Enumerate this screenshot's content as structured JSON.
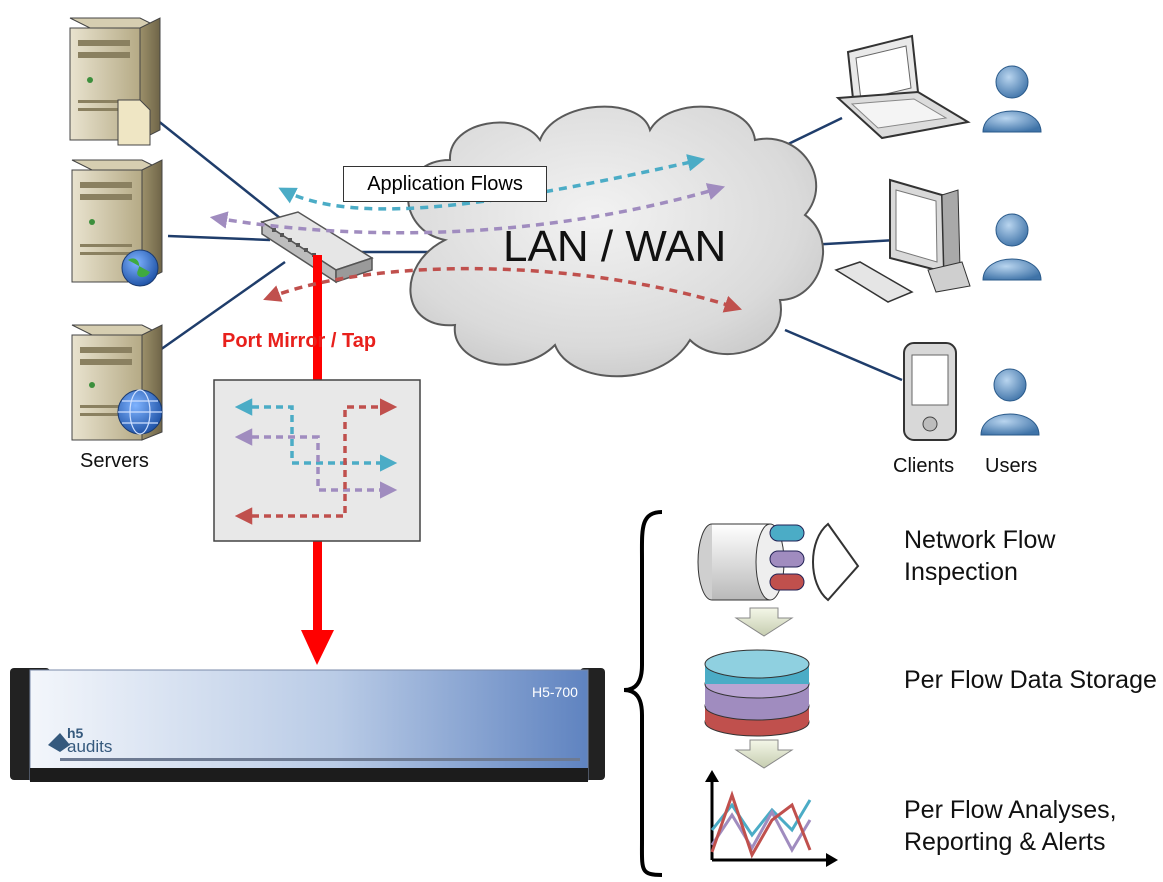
{
  "labels": {
    "servers": "Servers",
    "clients": "Clients",
    "users": "Users",
    "application_flows": "Application Flows",
    "lan_wan": "LAN / WAN",
    "port_mirror": "Port Mirror / Tap"
  },
  "appliance": {
    "model": "H5-700",
    "brand_top": "h5",
    "brand_bottom": "audits"
  },
  "pipeline": {
    "steps": [
      {
        "label": "Network Flow Inspection",
        "icon": "cable-bundle-icon"
      },
      {
        "label": "Per Flow Data Storage",
        "icon": "database-stack-icon"
      },
      {
        "label": "Per Flow Analyses, Reporting & Alerts",
        "icon": "line-chart-icon"
      }
    ]
  },
  "colors": {
    "flow_teal": "#4bacc6",
    "flow_purple": "#a08cbf",
    "flow_red": "#c0504d",
    "tap_red": "#ff0000",
    "tap_label": "#e8201c",
    "link_line": "#1f3d6b"
  }
}
